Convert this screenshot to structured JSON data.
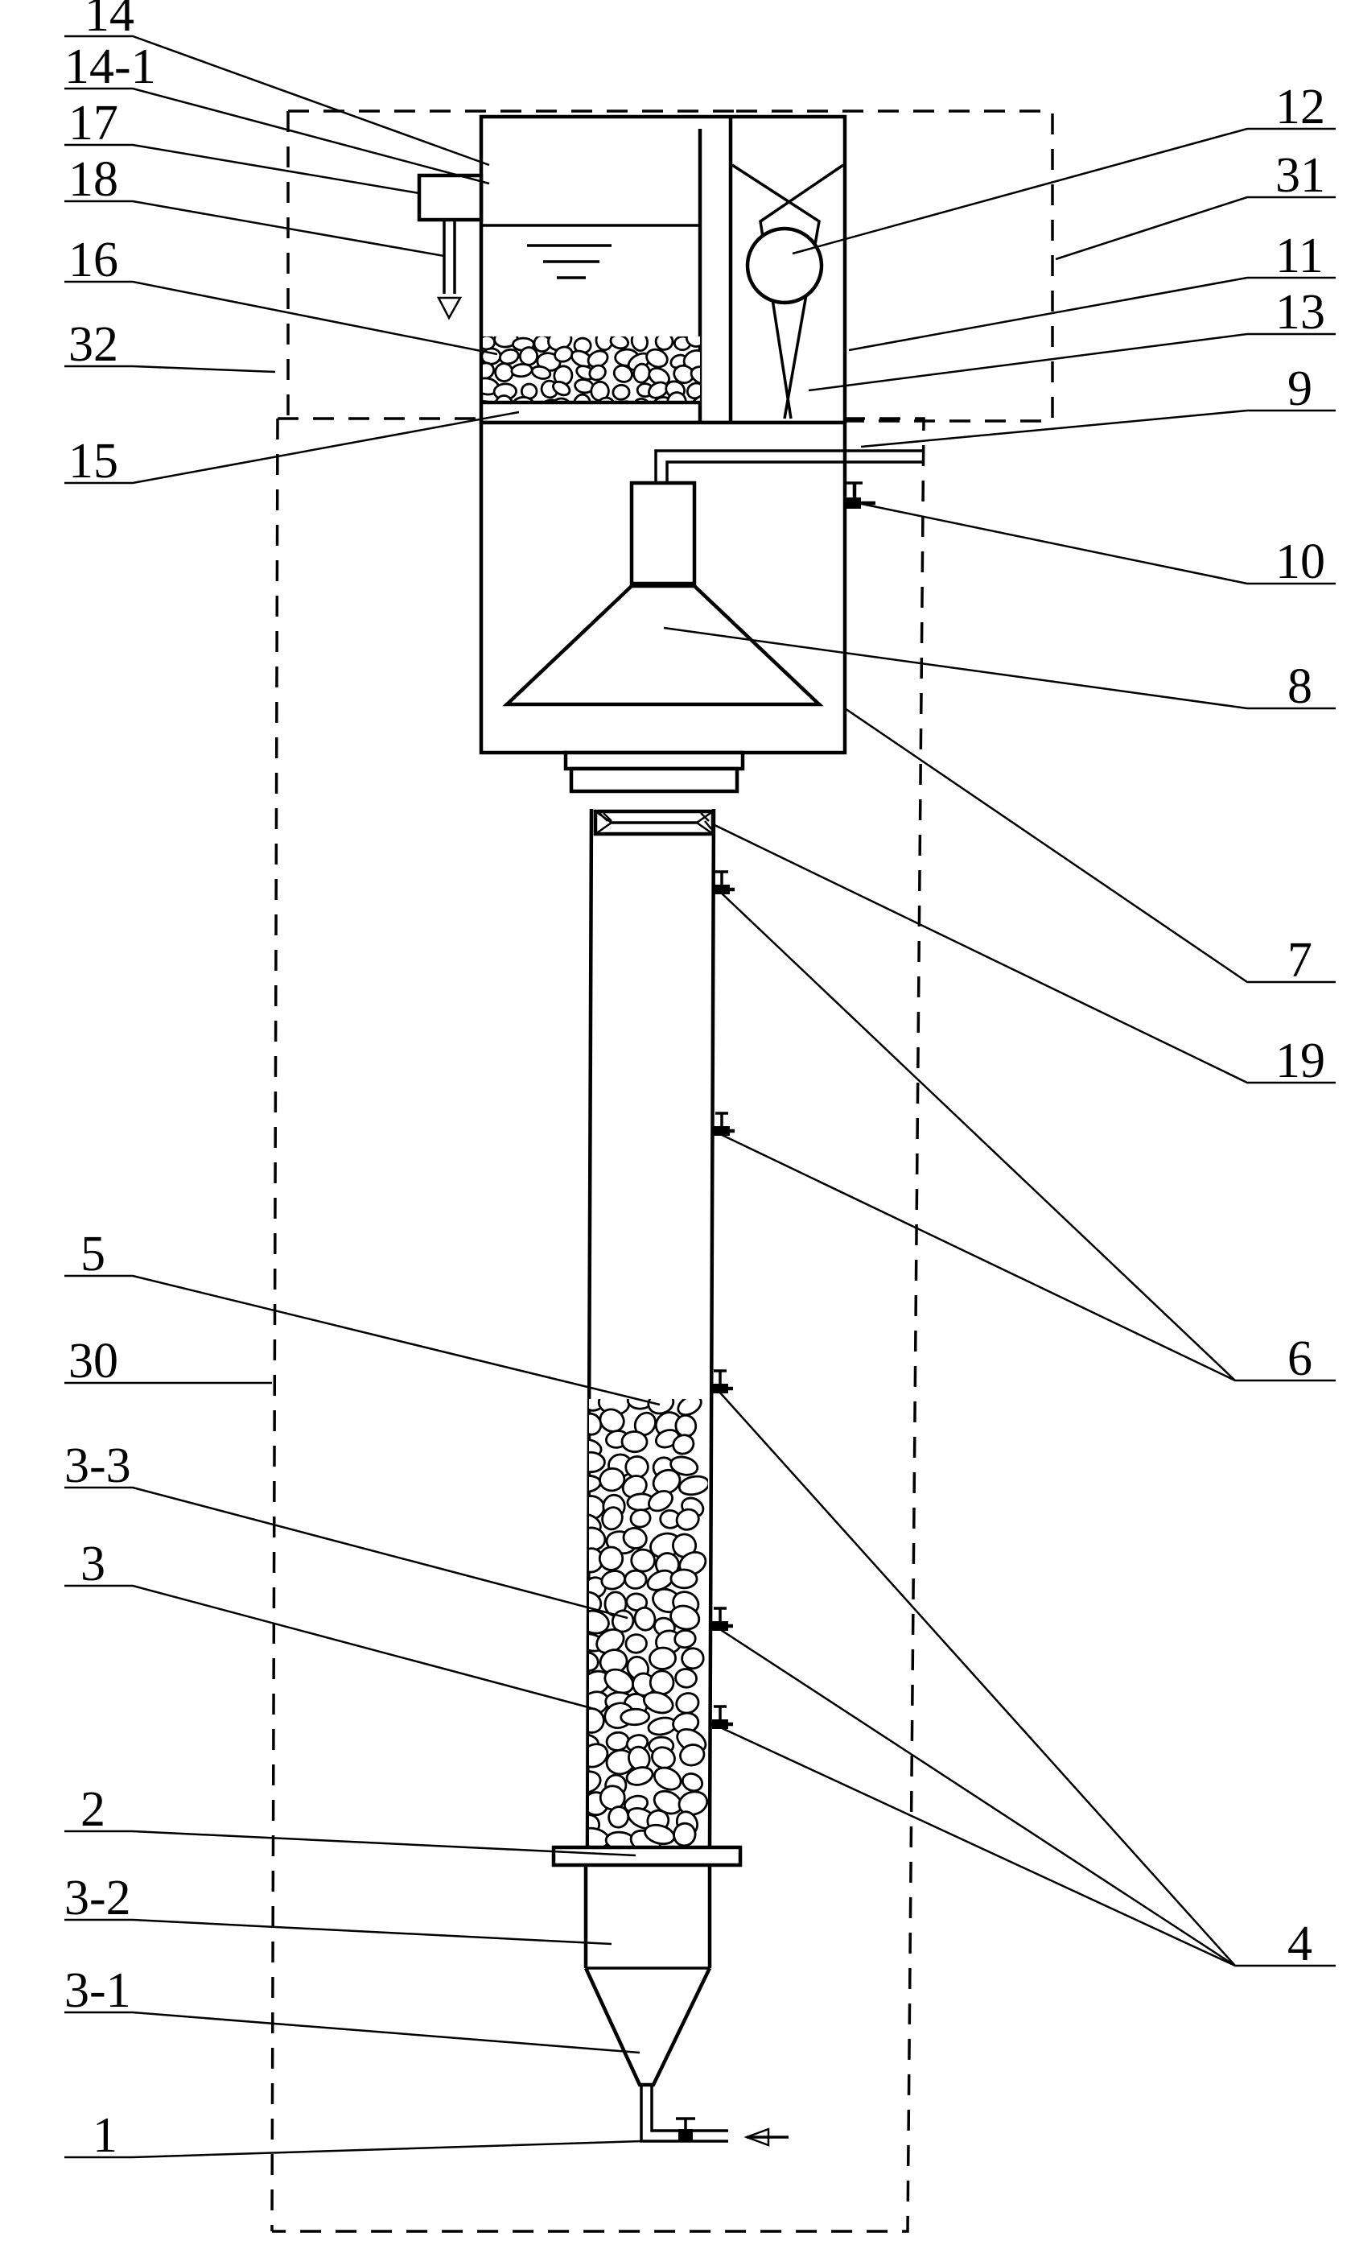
{
  "labels": {
    "l14": "14",
    "l14_1": "14-1",
    "l17": "17",
    "l18": "18",
    "l16": "16",
    "l32": "32",
    "l15": "15",
    "l12": "12",
    "l31": "31",
    "l11": "11",
    "l13": "13",
    "l9": "9",
    "l10": "10",
    "l8": "8",
    "l7": "7",
    "l19": "19",
    "l6": "6",
    "l5": "5",
    "l30": "30",
    "l3_3": "3-3",
    "l3": "3",
    "l2": "2",
    "l3_2": "3-2",
    "l3_1": "3-1",
    "l1": "1",
    "l4": "4"
  }
}
